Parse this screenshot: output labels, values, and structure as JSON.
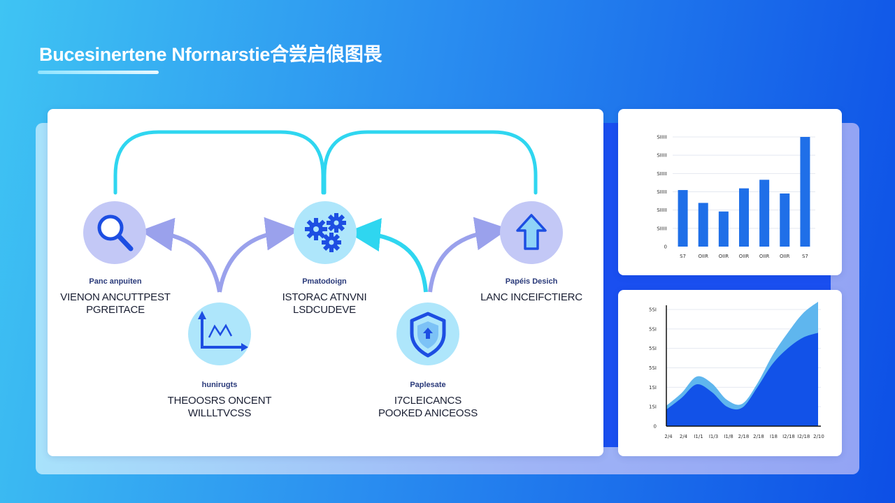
{
  "header": {
    "title": "Bucesinertene Nfornarstie合尝启俍图畏"
  },
  "colors": {
    "connector_cyan": "#2fd6f0",
    "connector_lilac": "#9aa1ec",
    "node_fill_lilac": "#c3c8f6",
    "node_fill_cyan": "#aee6fb",
    "icon_blue": "#1d4ee2",
    "bar_blue": "#1f6fe8",
    "area_front": "#1252e8",
    "area_back": "#5fb6ee"
  },
  "flow": {
    "nodes": [
      {
        "icon": "magnifier-icon",
        "small": "Panc anpuiten",
        "line1": "VIENON ANCUTTPEST",
        "line2": "PGREITACE"
      },
      {
        "icon": "trend-chart-icon",
        "small": "hunirugts",
        "line1": "THEOOSRS ONCENT",
        "line2": "WILLLTVCSS"
      },
      {
        "icon": "gears-icon",
        "small": "Pmatodoign",
        "line1": "ISTORAC ATNVNI",
        "line2": "LSDCUDEVE"
      },
      {
        "icon": "shield-icon",
        "small": "Paplesate",
        "line1": "I7CLEICANCS",
        "line2": "POOKED ANICEOSS"
      },
      {
        "icon": "up-arrow-icon",
        "small": "Papéis Desich",
        "line1": "LANC INCEIFCTIERC",
        "line2": ""
      }
    ]
  },
  "chart_data": [
    {
      "type": "bar",
      "categories": [
        "S7",
        "OIIR",
        "OIIR",
        "OIIR",
        "OIIR",
        "OIIR",
        "S7"
      ],
      "values": [
        3.3,
        2.55,
        2.05,
        3.4,
        3.9,
        3.1,
        6.4
      ],
      "ytick_labels": [
        "0",
        "SIIIII",
        "SIIIII",
        "SIIIII",
        "SIIIII",
        "SIIIII",
        "SIIIII"
      ],
      "ylim": [
        0,
        6.4
      ],
      "grid": true
    },
    {
      "type": "area",
      "x_labels": [
        "2/4",
        "2/4",
        "I1/1",
        "I1/3",
        "I1/8",
        "2/18",
        "2/18",
        "I18",
        "I2/18",
        "I2/18",
        "2/10"
      ],
      "ytick_labels": [
        "0",
        "1SI",
        "1SI",
        "5SI",
        "5SI",
        "5SI",
        "5SI"
      ],
      "ylim": [
        0,
        6
      ],
      "grid": true,
      "series": [
        {
          "values": [
            1.05,
            1.7,
            2.55,
            2.2,
            1.35,
            1.15,
            2.2,
            3.65,
            4.8,
            5.8,
            6.4
          ]
        },
        {
          "values": [
            0.85,
            1.45,
            2.15,
            1.75,
            1.0,
            0.95,
            2.0,
            3.2,
            4.0,
            4.55,
            4.8
          ]
        }
      ]
    }
  ]
}
